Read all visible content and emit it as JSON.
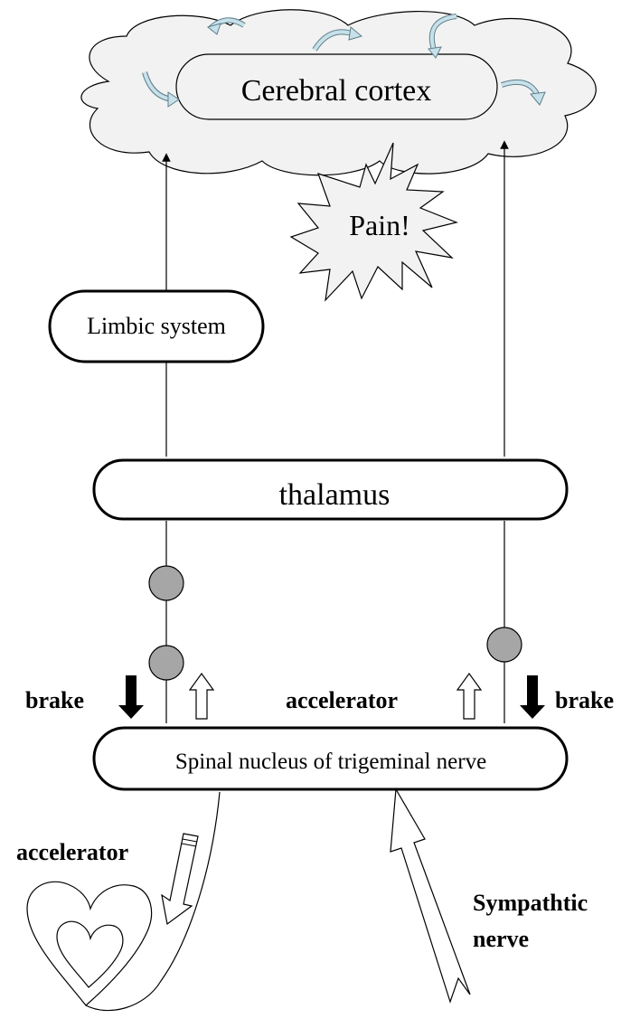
{
  "labels": {
    "cortex": "Cerebral cortex",
    "pain": "Pain!",
    "limbic": "Limbic system",
    "thalamus": "thalamus",
    "spinal": "Spinal nucleus of trigeminal nerve",
    "brake_left": "brake",
    "brake_right": "brake",
    "accelerator_center": "accelerator",
    "accelerator_lower": "accelerator",
    "sympathetic_line1": "Sympathtic",
    "sympathetic_line2": "nerve"
  },
  "colors": {
    "stroke": "#000000",
    "cloud_fill": "#f2f2f2",
    "starburst_fill": "#f2f2f2",
    "neuron_fill": "#a6a6a6",
    "swirl_fill": "#c7e1ea",
    "swirl_stroke": "#5e7f8a",
    "box_fill": "#ffffff"
  },
  "icons": {
    "cortex_swirls": "curved-arrow-icon",
    "brake": "down-arrow-icon",
    "accelerator": "up-arrow-outline-icon",
    "heart": "heart-icon",
    "pain": "starburst-icon"
  }
}
